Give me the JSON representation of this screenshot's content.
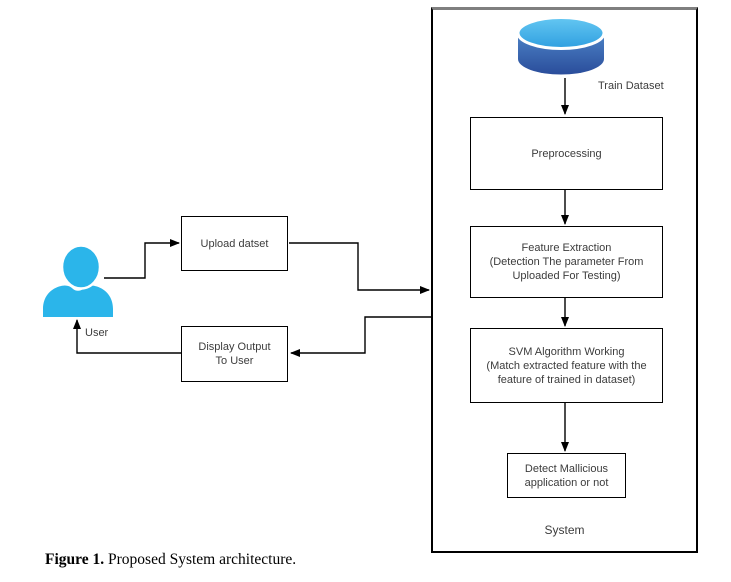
{
  "figure": {
    "caption_label": "Figure 1.",
    "caption_text": " Proposed System architecture."
  },
  "diagram": {
    "user_label": "User",
    "train_dataset_label": "Train Dataset",
    "system_label": "System",
    "nodes": {
      "upload": "Upload datset",
      "display_output": "Display Output\nTo User",
      "preprocessing": "Preprocessing",
      "feature_extraction": "Feature Extraction\n(Detection The parameter From\nUploaded For Testing)",
      "svm": "SVM Algorithm Working\n(Match extracted feature with the\nfeature of trained in dataset)",
      "detect": "Detect Mallicious\napplication or not"
    }
  },
  "colors": {
    "user_icon": "#2BB5EA",
    "cylinder_top_light": "#64C7F2",
    "cylinder_top_dark": "#2F9FE0",
    "cylinder_body_light": "#4B80C4",
    "cylinder_body_dark": "#2A4D9B",
    "system_border_top": "#7F7F7F",
    "line": "#000000",
    "text": "#3C3C3C"
  }
}
